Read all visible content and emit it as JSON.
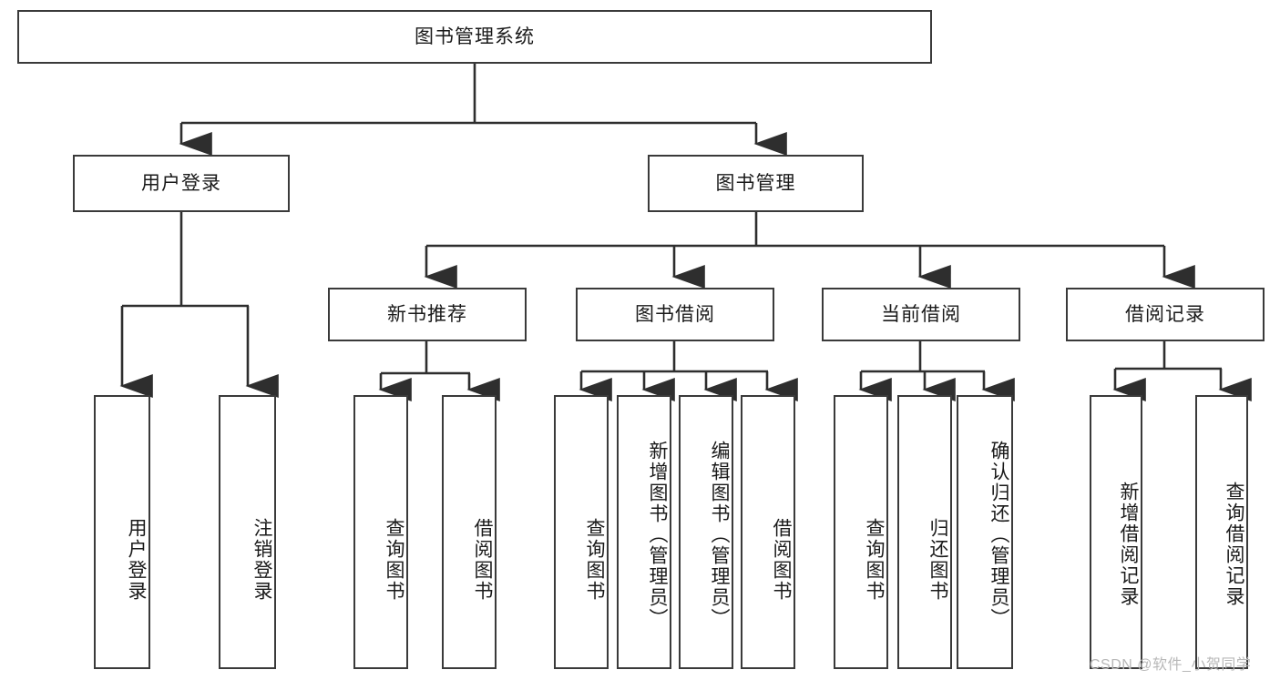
{
  "diagram": {
    "type": "tree",
    "title": "图书管理系统",
    "root": {
      "id": "root",
      "label": "图书管理系统"
    },
    "level1": [
      {
        "id": "user-login",
        "label": "用户登录"
      },
      {
        "id": "book-manage",
        "label": "图书管理"
      }
    ],
    "level2": [
      {
        "id": "new-book-rec",
        "label": "新书推荐",
        "parent": "book-manage"
      },
      {
        "id": "book-borrow",
        "label": "图书借阅",
        "parent": "book-manage"
      },
      {
        "id": "current-borrow",
        "label": "当前借阅",
        "parent": "book-manage"
      },
      {
        "id": "borrow-record",
        "label": "借阅记录",
        "parent": "book-manage"
      }
    ],
    "leaves": [
      {
        "id": "leaf-user-login",
        "label": "用户登录",
        "parent": "user-login"
      },
      {
        "id": "leaf-logout",
        "label": "注销登录",
        "parent": "user-login"
      },
      {
        "id": "leaf-query-book-1",
        "label": "查询图书",
        "parent": "new-book-rec"
      },
      {
        "id": "leaf-borrow-book-1",
        "label": "借阅图书",
        "parent": "new-book-rec"
      },
      {
        "id": "leaf-query-book-2",
        "label": "查询图书",
        "parent": "book-borrow"
      },
      {
        "id": "leaf-add-book",
        "label": "新增图书（管理员）",
        "parent": "book-borrow"
      },
      {
        "id": "leaf-edit-book",
        "label": "编辑图书（管理员）",
        "parent": "book-borrow"
      },
      {
        "id": "leaf-borrow-book-2",
        "label": "借阅图书",
        "parent": "book-borrow"
      },
      {
        "id": "leaf-query-book-3",
        "label": "查询图书",
        "parent": "current-borrow"
      },
      {
        "id": "leaf-return-book",
        "label": "归还图书",
        "parent": "current-borrow"
      },
      {
        "id": "leaf-confirm-return",
        "label": "确认归还（管理员）",
        "parent": "current-borrow"
      },
      {
        "id": "leaf-add-record",
        "label": "新增借阅记录",
        "parent": "borrow-record"
      },
      {
        "id": "leaf-query-record",
        "label": "查询借阅记录",
        "parent": "borrow-record"
      }
    ]
  },
  "watermark": {
    "text": "CSDN @软件_小贺同学"
  },
  "colors": {
    "stroke": "#3a3a3a",
    "box_fill": "#ffffff",
    "text": "#1a1a1a",
    "watermark": "#b8b8b8"
  }
}
